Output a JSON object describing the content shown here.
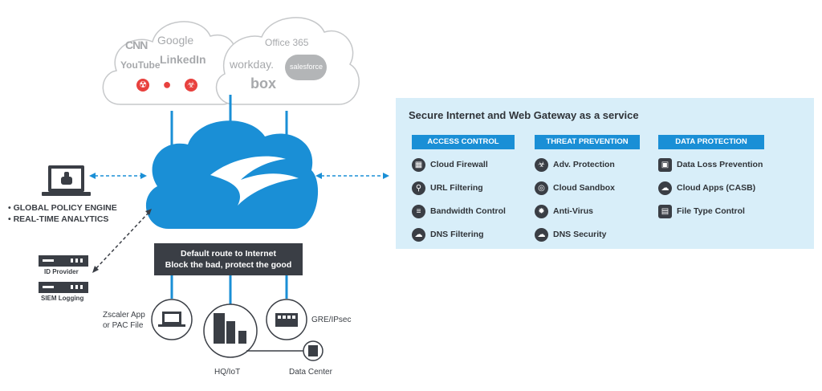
{
  "clouds": {
    "left_apps": [
      "CNN",
      "Google",
      "YouTube",
      "LinkedIn"
    ],
    "right_apps": [
      "Office 365",
      "workday.",
      "salesforce",
      "box"
    ],
    "threat_icons": [
      "radiation-icon",
      "hacker-icon",
      "biohazard-icon"
    ]
  },
  "left": {
    "features": [
      "• GLOBAL POLICY ENGINE",
      "• REAL-TIME ANALYTICS"
    ],
    "devices": [
      "ID Provider",
      "SIEM Logging"
    ]
  },
  "banner": {
    "line1": "Default route to Internet",
    "line2": "Block the bad, protect the good"
  },
  "bottom": {
    "app_label_1": "Zscaler App",
    "app_label_2": "or PAC File",
    "tunnel_label": "GRE/IPsec",
    "hq_label": "HQ/IoT",
    "dc_label": "Data Center"
  },
  "panel": {
    "title": "Secure Internet and Web Gateway as a service",
    "columns": [
      {
        "header": "ACCESS CONTROL",
        "items": [
          {
            "label": "Cloud Firewall",
            "icon": "firewall-icon"
          },
          {
            "label": "URL Filtering",
            "icon": "magnifier-icon"
          },
          {
            "label": "Bandwidth Control",
            "icon": "sliders-icon"
          },
          {
            "label": "DNS Filtering",
            "icon": "dns-filter-icon"
          }
        ]
      },
      {
        "header": "THREAT PREVENTION",
        "items": [
          {
            "label": "Adv. Protection",
            "icon": "biohazard-icon"
          },
          {
            "label": "Cloud Sandbox",
            "icon": "sandbox-icon"
          },
          {
            "label": "Anti-Virus",
            "icon": "virus-icon"
          },
          {
            "label": "DNS Security",
            "icon": "dns-security-icon"
          }
        ]
      },
      {
        "header": "DATA PROTECTION",
        "items": [
          {
            "label": "Data Loss Prevention",
            "icon": "lock-document-icon"
          },
          {
            "label": "Cloud Apps (CASB)",
            "icon": "cloud-lock-icon"
          },
          {
            "label": "File Type Control",
            "icon": "file-icon"
          }
        ]
      }
    ]
  },
  "colors": {
    "brand_blue": "#1a8fd6",
    "panel_bg": "#d8eef9",
    "dark": "#3a3e45",
    "threat_red": "#e8413e"
  }
}
